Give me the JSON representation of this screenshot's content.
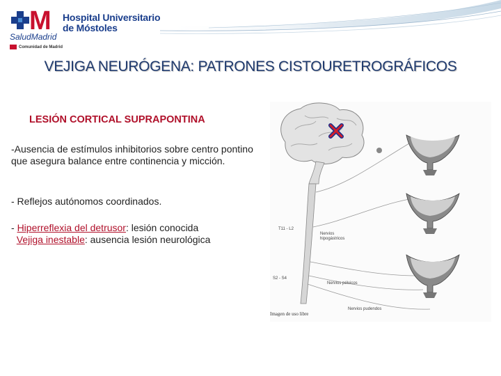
{
  "logo": {
    "letter": "M",
    "hospital_line1": "Hospital Universitario",
    "hospital_line2": "de Móstoles",
    "salud": "SaludMadrid",
    "comunidad": "Comunidad de Madrid"
  },
  "title": "VEJIGA NEURÓGENA: PATRONES CISTOURETROGRÁFICOS",
  "section_title": "LESIÓN CORTICAL SUPRAPONTINA",
  "bullets": {
    "b1": "-Ausencia de estímulos inhibitorios sobre centro pontino que asegura balance entre continencia y micción.",
    "b2": "- Reflejos autónomos coordinados.",
    "b3_prefix": "- ",
    "b3_term": "Hiperreflexia del detrusor",
    "b3_rest": ": lesión conocida",
    "b3_term2": "Vejiga inestable",
    "b3_rest2": ": ausencia lesión neurológica"
  },
  "figure": {
    "label_t11": "T11 - L2",
    "label_s2": "S2 - S4",
    "label_hipogastricos": "Nervios hipogástricos",
    "label_pelvicos": "Nervios pélvicos",
    "label_pudendos": "Nervios pudendos",
    "caption": "Imagen de uso libre",
    "lesion_color": "#1a2e8c",
    "lesion_fill": "#d21f2b"
  },
  "colors": {
    "title": "#1f3a6e",
    "accent_red": "#b0102a",
    "brand_blue": "#1a3e8c"
  }
}
